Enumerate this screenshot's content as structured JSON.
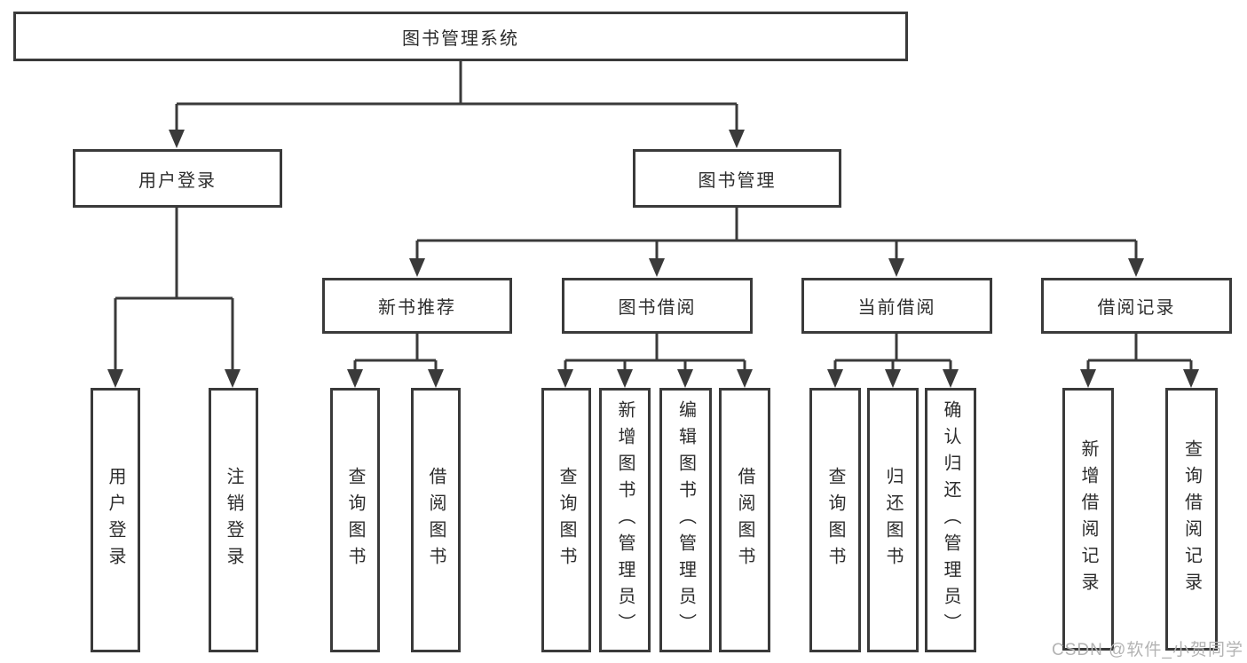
{
  "diagram": {
    "type": "hierarchy-tree",
    "colors": {
      "line": "#3a3a3a",
      "box_border": "#3a3a3a",
      "box_fill": "#ffffff",
      "text": "#2d2d2d",
      "watermark_text": "#b3b3b3",
      "background": "#ffffff"
    },
    "tree": {
      "label": "图书管理系统",
      "children": [
        {
          "label": "用户登录",
          "children": [
            {
              "label": "用户登录"
            },
            {
              "label": "注销登录"
            }
          ]
        },
        {
          "label": "图书管理",
          "children": [
            {
              "label": "新书推荐",
              "children": [
                {
                  "label": "查询图书"
                },
                {
                  "label": "借阅图书"
                }
              ]
            },
            {
              "label": "图书借阅",
              "children": [
                {
                  "label": "查询图书"
                },
                {
                  "label": "新增图书（管理员）"
                },
                {
                  "label": "编辑图书（管理员）"
                },
                {
                  "label": "借阅图书"
                }
              ]
            },
            {
              "label": "当前借阅",
              "children": [
                {
                  "label": "查询图书"
                },
                {
                  "label": "归还图书"
                },
                {
                  "label": "确认归还（管理员）"
                }
              ]
            },
            {
              "label": "借阅记录",
              "children": [
                {
                  "label": "新增借阅记录"
                },
                {
                  "label": "查询借阅记录"
                }
              ]
            }
          ]
        }
      ]
    },
    "watermark": "CSDN @软件_小贺同学"
  }
}
